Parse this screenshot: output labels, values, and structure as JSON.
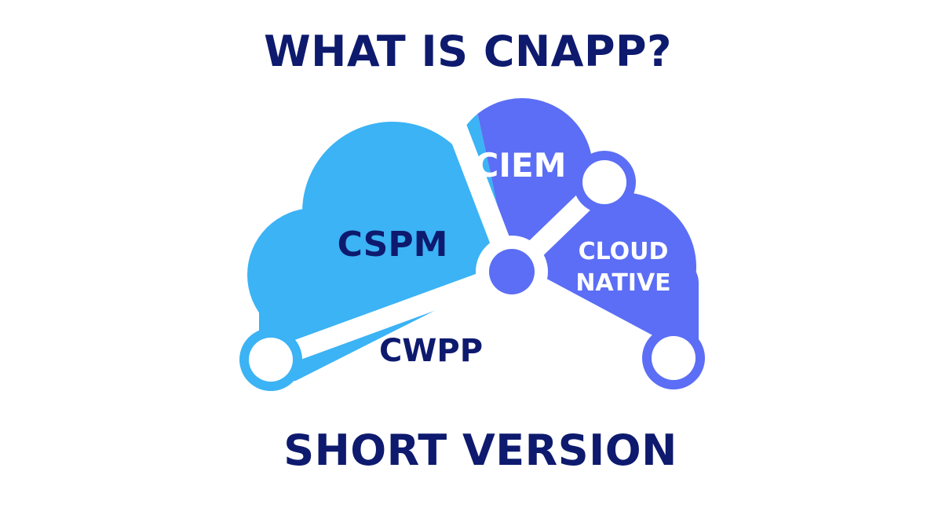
{
  "title": "WHAT IS CNAPP?",
  "subtitle": "SHORT VERSION",
  "segments": {
    "cspm": "CSPM",
    "cwpp": "CWPP",
    "ciem": "CIEM",
    "cloud_native_line1": "CLOUD",
    "cloud_native_line2": "NATIVE"
  },
  "colors": {
    "title": "#0d1a6e",
    "light_blue": "#3bb3f5",
    "indigo": "#5b6ef5",
    "dark_text": "#0d1a6e",
    "white_text": "#ffffff",
    "background": "#ffffff"
  }
}
